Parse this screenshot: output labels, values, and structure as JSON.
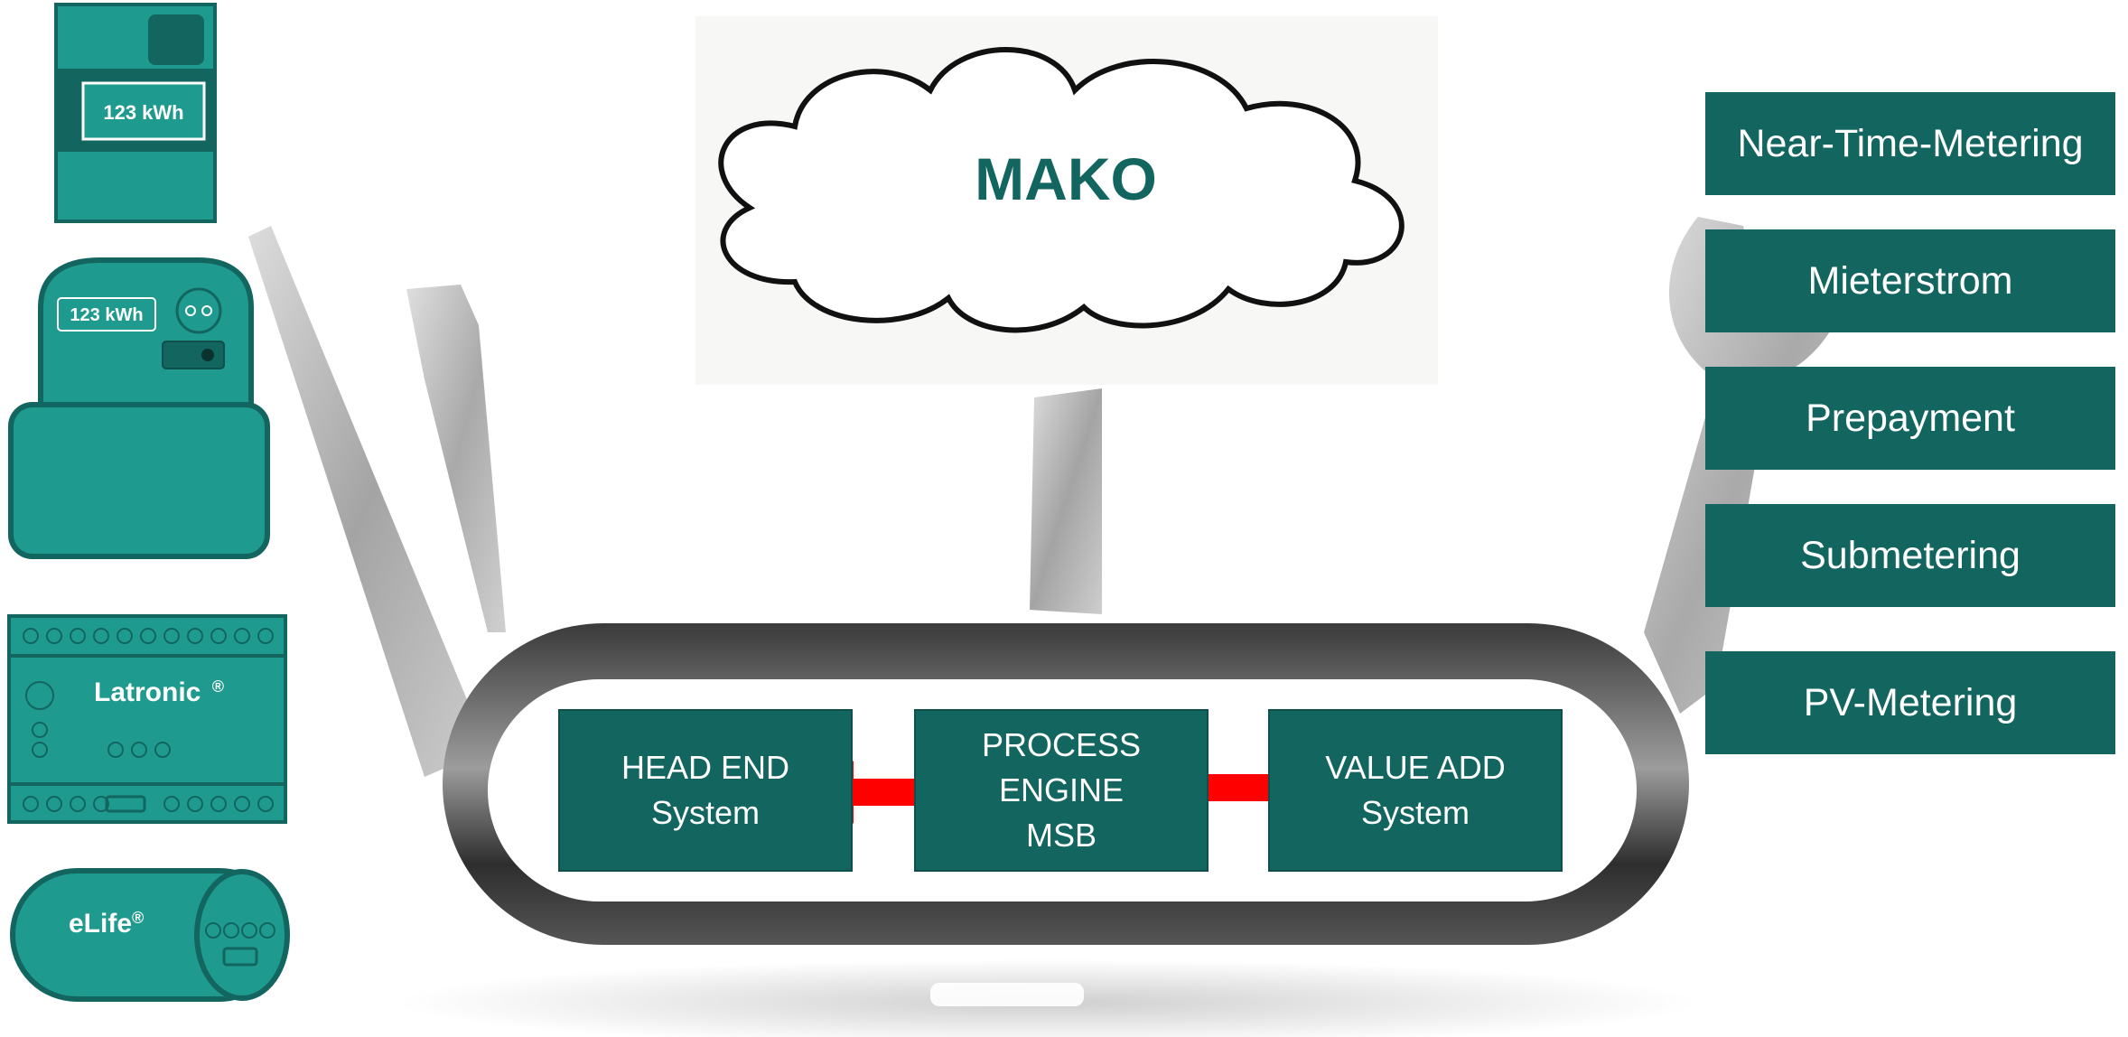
{
  "cloud": {
    "label": "MAKO"
  },
  "devices": {
    "meter1_reading": "123 kWh",
    "meter2_reading": "123 kWh",
    "latronic_label": "Latronic",
    "latronic_mark": "®",
    "elife_label": "eLife",
    "elife_mark": "®"
  },
  "systems": [
    {
      "line1": "HEAD END",
      "line2": "System",
      "line3": ""
    },
    {
      "line1": "PROCESS",
      "line2": "ENGINE",
      "line3": "MSB"
    },
    {
      "line1": "VALUE ADD",
      "line2": "System",
      "line3": ""
    }
  ],
  "services": [
    "Near-Time-Metering",
    "Mieterstrom",
    "Prepayment",
    "Submetering",
    "PV-Metering"
  ],
  "colors": {
    "teal": "#136560",
    "teal_device": "#1f9a8e",
    "arrow": "#ff0000"
  }
}
